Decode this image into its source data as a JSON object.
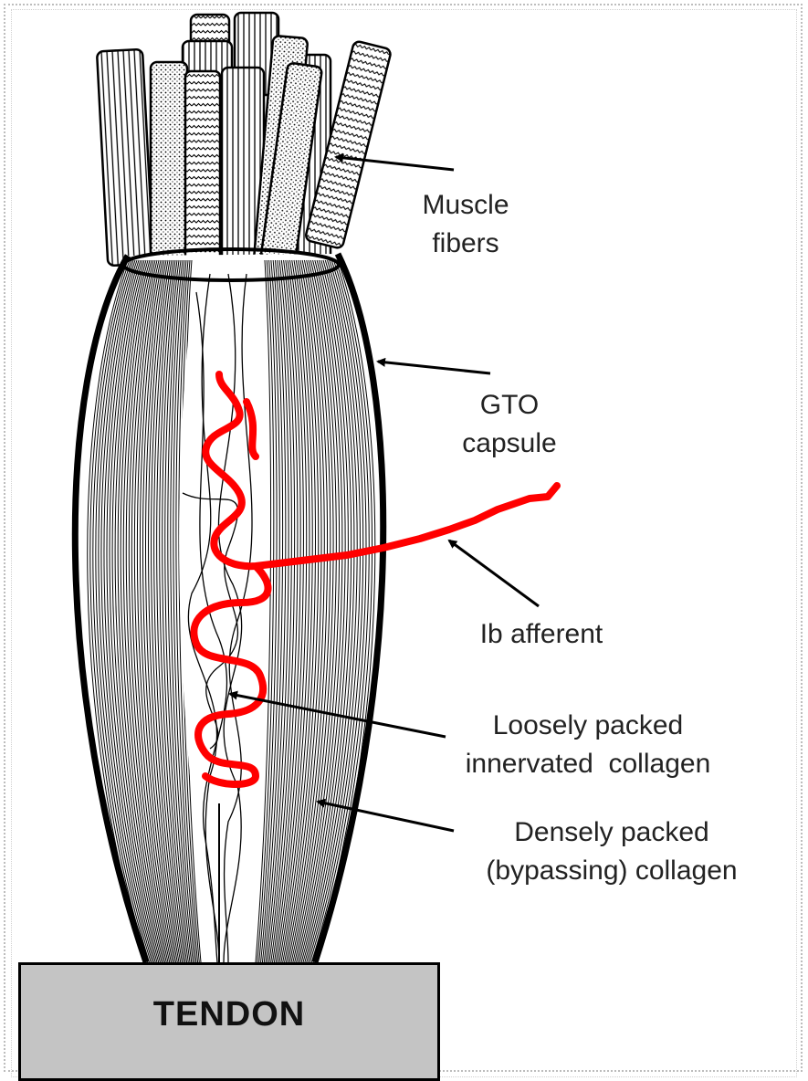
{
  "labels": {
    "muscle_fibers": [
      "Muscle",
      "fibers"
    ],
    "gto_capsule": [
      "GTO",
      "capsule"
    ],
    "ib_afferent": [
      "Ib afferent"
    ],
    "loose_collagen": [
      "Loosely packed",
      "innervated  collagen"
    ],
    "dense_collagen": [
      "Densely packed",
      "(bypassing) collagen"
    ],
    "tendon": "TENDON"
  },
  "colors": {
    "afferent": "#ff0000",
    "tendon_fill": "#c4c4c4",
    "outline": "#000000"
  }
}
